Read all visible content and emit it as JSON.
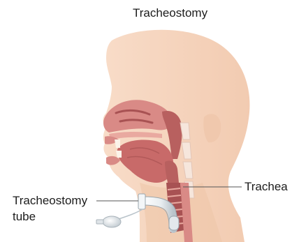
{
  "title": "Tracheostomy",
  "labels": {
    "trachea": "Trachea",
    "tube": [
      "Tracheostomy",
      "tube"
    ]
  },
  "colors": {
    "skin": "#f6d6c0",
    "skin_shade": "#eec3a6",
    "tissue": "#d98a86",
    "tissue_dark": "#a85253",
    "tissue_deep": "#7f3234",
    "mucosa": "#e9a9a0",
    "leader_line": "#555555",
    "tube": "#f3f6f8",
    "tube_shadow": "#aeb8bf",
    "cuff_balloon": "#dfe4e8"
  }
}
